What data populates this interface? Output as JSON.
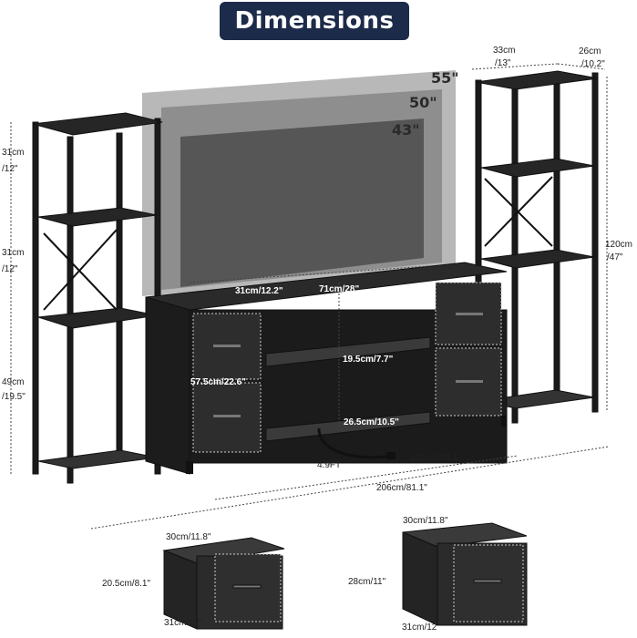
{
  "header": {
    "title": "Dimensions"
  },
  "tv_sizes": [
    "55\"",
    "50\"",
    "43\""
  ],
  "left_tower": {
    "top_section": [
      "31cm",
      "/12\""
    ],
    "mid_section": [
      "31cm",
      "/12\""
    ],
    "bottom_section": [
      "49cm",
      "/19.5\""
    ]
  },
  "right_tower": {
    "width": [
      "33cm",
      "/13\""
    ],
    "depth": [
      "26cm",
      "/10.2\""
    ],
    "height": [
      "120cm",
      "/47\""
    ]
  },
  "console": {
    "top_depth": "31cm/12.2\"",
    "top_width": "71cm/28\"",
    "height": "57.5cm/22.6\"",
    "shelf_gap_upper": "19.5cm/7.7\"",
    "shelf_gap_lower": "26.5cm/10.5\"",
    "cord_length": "4.9FT",
    "total_width": "140cm/55.1\""
  },
  "overall_width": "206cm/81.1\"",
  "drawer_small": {
    "width": "30cm/11.8\"",
    "height": "20.5cm/8.1\"",
    "depth": "31cm/12\""
  },
  "drawer_large": {
    "width": "30cm/11.8\"",
    "height": "28cm/11\"",
    "depth": "31cm/12\""
  },
  "colors": {
    "badge": "#1d2b4a",
    "furniture": "#1a1a1a",
    "screen_outer": "#b5b5b5",
    "screen_mid": "#8c8c8c",
    "screen_inner": "#565656"
  }
}
